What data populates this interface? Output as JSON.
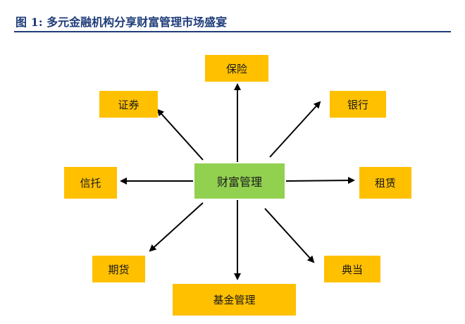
{
  "figure": {
    "title": "图 1:  多元金融机构分享财富管理市场盛宴"
  },
  "diagram": {
    "center": "财富管理",
    "nodes": {
      "baoxian": "保险",
      "zhengquan": "证券",
      "yinhang": "银行",
      "xintuo": "信托",
      "zulin": "租赁",
      "qihuo": "期货",
      "diandang": "典当",
      "jijin": "基金管理"
    },
    "colors": {
      "center_fill": "#92d050",
      "node_fill": "#ffc000",
      "arrow": "#000000",
      "title": "#1f3d7a"
    }
  }
}
